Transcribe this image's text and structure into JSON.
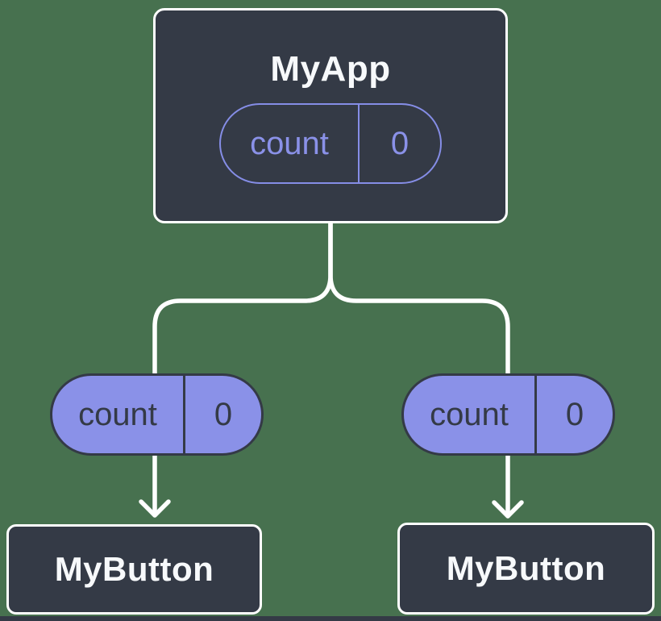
{
  "diagram": {
    "description": "Component tree showing a parent passing a count prop to two child buttons",
    "colors": {
      "background": "#47714F",
      "node_fill": "#343A46",
      "node_border": "#FFFFFF",
      "pill_fill": "#8A91E8",
      "pill_outline": "#858DE6",
      "connector": "#FFFFFF",
      "node_text": "#F7F9FB",
      "pill_text_dark": "#343A46"
    },
    "root": {
      "title": "MyApp",
      "prop": {
        "name": "count",
        "value": "0"
      }
    },
    "children": [
      {
        "title": "MyButton",
        "prop": {
          "name": "count",
          "value": "0"
        }
      },
      {
        "title": "MyButton",
        "prop": {
          "name": "count",
          "value": "0"
        }
      }
    ]
  }
}
